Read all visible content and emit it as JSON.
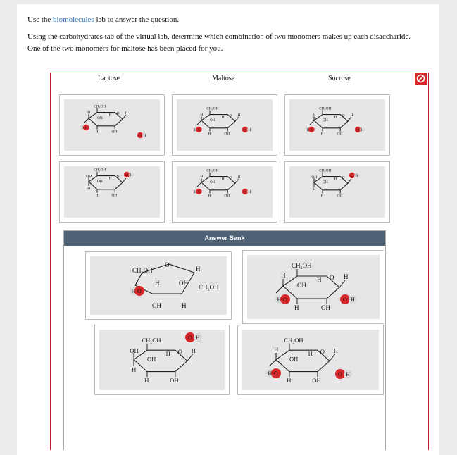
{
  "question": {
    "intro_prefix": "Use the",
    "link_text": "biomolecules",
    "intro_suffix": "lab to answer the question.",
    "body_line1": "Using the carbohydrates tab of the virtual lab, determine which combination of two monomers makes up each disaccharide.",
    "body_line2": "One of the two monomers for maltose has been placed for you."
  },
  "lab": {
    "columns": [
      "Lactose",
      "Maltose",
      "Sucrose"
    ],
    "answer_bank_title": "Answer Bank"
  },
  "molecule_labels": {
    "ch2oh": "CH₂OH",
    "oh": "OH",
    "h": "H",
    "o": "O"
  },
  "colors": {
    "accent_red": "#d9262b",
    "bank_header": "#4f6276",
    "link": "#2a6fb8"
  },
  "icons": {
    "close": "close-circle-icon"
  }
}
